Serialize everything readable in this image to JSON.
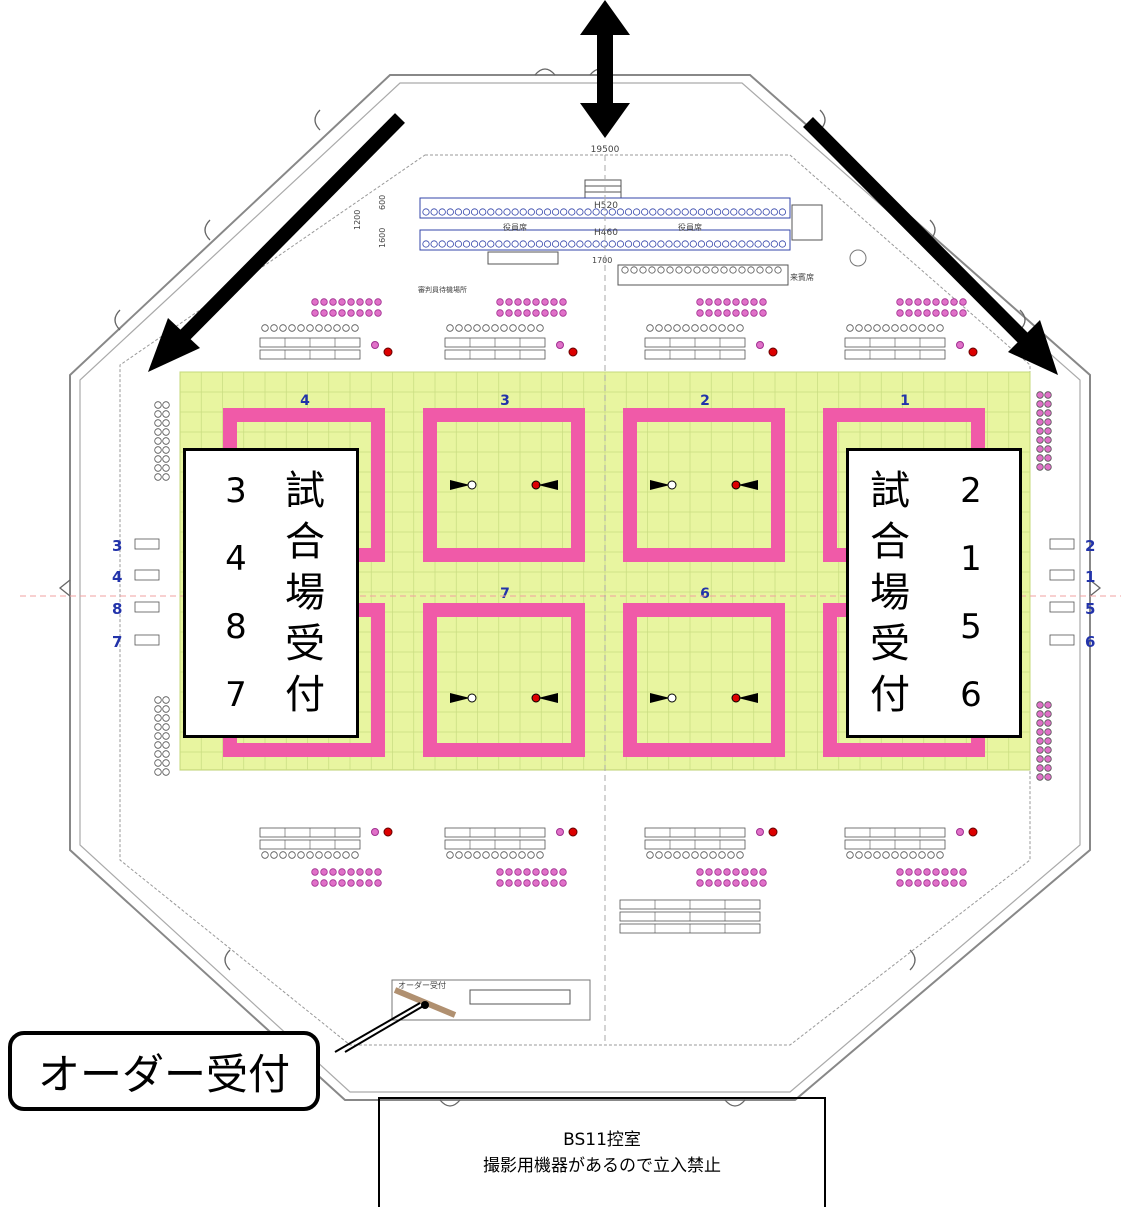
{
  "courts": [
    {
      "number": "4"
    },
    {
      "number": "3"
    },
    {
      "number": "2"
    },
    {
      "number": "1"
    },
    {
      "number": "7"
    },
    {
      "number": "6"
    }
  ],
  "dimensions": {
    "top_width": "19500",
    "upper_bench": "H520",
    "lower_bench": "H460",
    "height_total": "1200",
    "height_step": "600",
    "height_step2": "1600",
    "gap": "1700"
  },
  "seat_labels": {
    "audience": "役員席",
    "reserved": "来賓席",
    "referee_note": "審判員待機場所"
  },
  "left_reception": {
    "court_numbers": [
      "3",
      "4",
      "8",
      "7"
    ],
    "label_chars": [
      "試",
      "合",
      "場",
      "受",
      "付"
    ]
  },
  "right_reception": {
    "court_numbers": [
      "2",
      "1",
      "5",
      "6"
    ],
    "label_chars": [
      "試",
      "合",
      "場",
      "受",
      "付"
    ]
  },
  "left_side_numbers": [
    "3",
    "4",
    "8",
    "7"
  ],
  "right_side_numbers": [
    "2",
    "1",
    "5",
    "6"
  ],
  "order_reception": {
    "label": "オーダー受付",
    "small_label": "オーダー受付"
  },
  "bs11_room": {
    "line1": "BS11控室",
    "line2": "撮影用機器があるので立入禁止"
  },
  "colors": {
    "floor": "#e8f5a0",
    "court_border": "#f05aa8",
    "seat_pink": "#e070c8",
    "arrow": "#000000",
    "number_blue": "#2233aa"
  }
}
